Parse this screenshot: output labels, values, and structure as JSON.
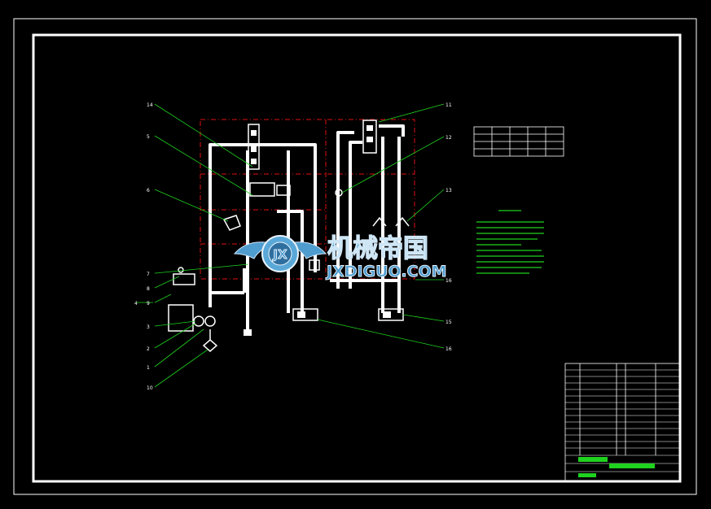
{
  "watermark": {
    "logo_text": "JX",
    "title": "机械帝国",
    "subtitle": "JXDIGUO.COM"
  },
  "callouts": [
    {
      "label": "14"
    },
    {
      "label": "5"
    },
    {
      "label": "6"
    },
    {
      "label": "7"
    },
    {
      "label": "8"
    },
    {
      "label": "9"
    },
    {
      "label": "4"
    },
    {
      "label": "3"
    },
    {
      "label": "2"
    },
    {
      "label": "1"
    },
    {
      "label": "10"
    },
    {
      "label": "11"
    },
    {
      "label": "12"
    },
    {
      "label": "13"
    },
    {
      "label": "16"
    },
    {
      "label": "15"
    },
    {
      "label": "16"
    }
  ],
  "colors": {
    "background": "#000000",
    "frame": "#ffffff",
    "pipes": "#ffffff",
    "boundary": "#e01010",
    "leaders": "#1fd21f",
    "notes": "#1fd21f"
  }
}
